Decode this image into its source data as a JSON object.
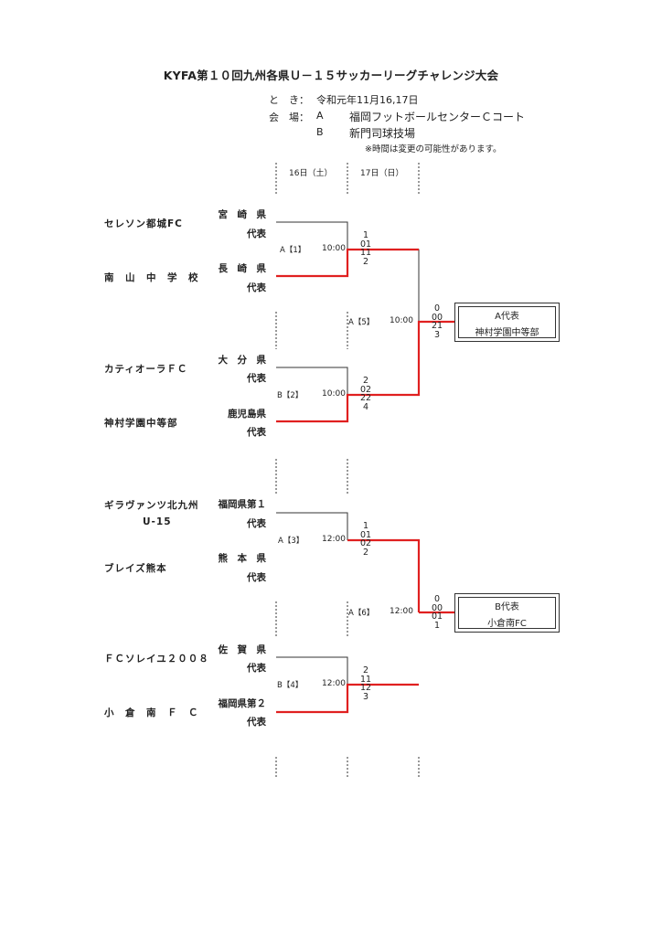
{
  "title": "KYFA第１０回九州各県Ｕ－１５サッカーリーグチャレンジ大会",
  "info": {
    "date_label": "と　き：",
    "date_value": "令和元年11月16,17日",
    "venue_label": "会　場：",
    "venue_a_code": "A",
    "venue_a_name": "福岡フットボールセンターＣコート",
    "venue_b_code": "B",
    "venue_b_name": "新門司球技場",
    "note": "※時間は変更の可能性があります。"
  },
  "days": {
    "day1": "16日（土）",
    "day2": "17日（日）"
  },
  "teams": [
    {
      "name": "セレソン都城FC",
      "pref": "宮　崎　県",
      "rep": "代表"
    },
    {
      "name": "南　山　中　学　校",
      "pref": "長　崎　県",
      "rep": "代表"
    },
    {
      "name": "カティオーラＦＣ",
      "pref": "大　分　県",
      "rep": "代表"
    },
    {
      "name": "神村学園中等部",
      "pref": "鹿児島県",
      "rep": "代表"
    },
    {
      "name": "ギラヴァンツ北九州",
      "name2": "U-15",
      "pref": "福岡県第１",
      "rep": "代表"
    },
    {
      "name": "ブレイズ熊本",
      "pref": "熊　本　県",
      "rep": "代表"
    },
    {
      "name": "ＦＣソレイユ２００８",
      "pref": "佐　賀　県",
      "rep": "代表"
    },
    {
      "name": "小　倉　南　Ｆ　Ｃ",
      "pref": "福岡県第２",
      "rep": "代表"
    }
  ],
  "matches": [
    {
      "label": "A【1】",
      "time": "10:00",
      "score_top": [
        "1",
        "01"
      ],
      "score_bottom": [
        "11",
        "2"
      ]
    },
    {
      "label": "B【2】",
      "time": "10:00",
      "score_top": [
        "2",
        "02"
      ],
      "score_bottom": [
        "22",
        "4"
      ]
    },
    {
      "label": "A【3】",
      "time": "12:00",
      "score_top": [
        "1",
        "01"
      ],
      "score_bottom": [
        "02",
        "2"
      ]
    },
    {
      "label": "B【4】",
      "time": "12:00",
      "score_top": [
        "2",
        "11"
      ],
      "score_bottom": [
        "12",
        "3"
      ]
    },
    {
      "label": "A【5】",
      "time": "10:00",
      "score_top": [
        "0",
        "00"
      ],
      "score_bottom": [
        "21",
        "3"
      ]
    },
    {
      "label": "A【6】",
      "time": "12:00",
      "score_top": [
        "0",
        "00"
      ],
      "score_bottom": [
        "01",
        "1"
      ]
    }
  ],
  "finals": [
    {
      "label": "A代表",
      "winner": "神村学園中等部"
    },
    {
      "label": "B代表",
      "winner": "小倉南FC"
    }
  ],
  "colors": {
    "winner_line": "#e02020",
    "line": "#333333"
  }
}
